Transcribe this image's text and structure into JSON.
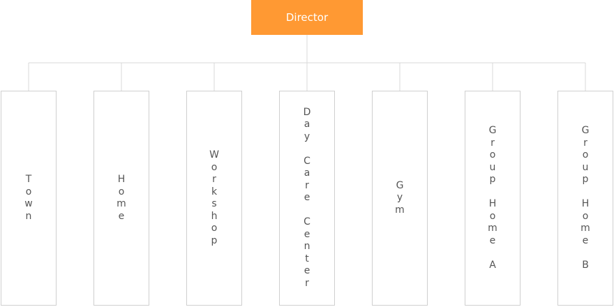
{
  "colors": {
    "director_fill": "#ff9933",
    "director_text": "#ffffff",
    "connector": "#d9d9d9",
    "unit_border": "#cfcfcf",
    "unit_text": "#555555"
  },
  "director": {
    "label": "Director"
  },
  "units": [
    {
      "label": "Town"
    },
    {
      "label": "Home"
    },
    {
      "label": "Workshop"
    },
    {
      "label": "Day Care Center"
    },
    {
      "label": "Gym"
    },
    {
      "label": "Group Home A"
    },
    {
      "label": "Group Home B"
    }
  ]
}
